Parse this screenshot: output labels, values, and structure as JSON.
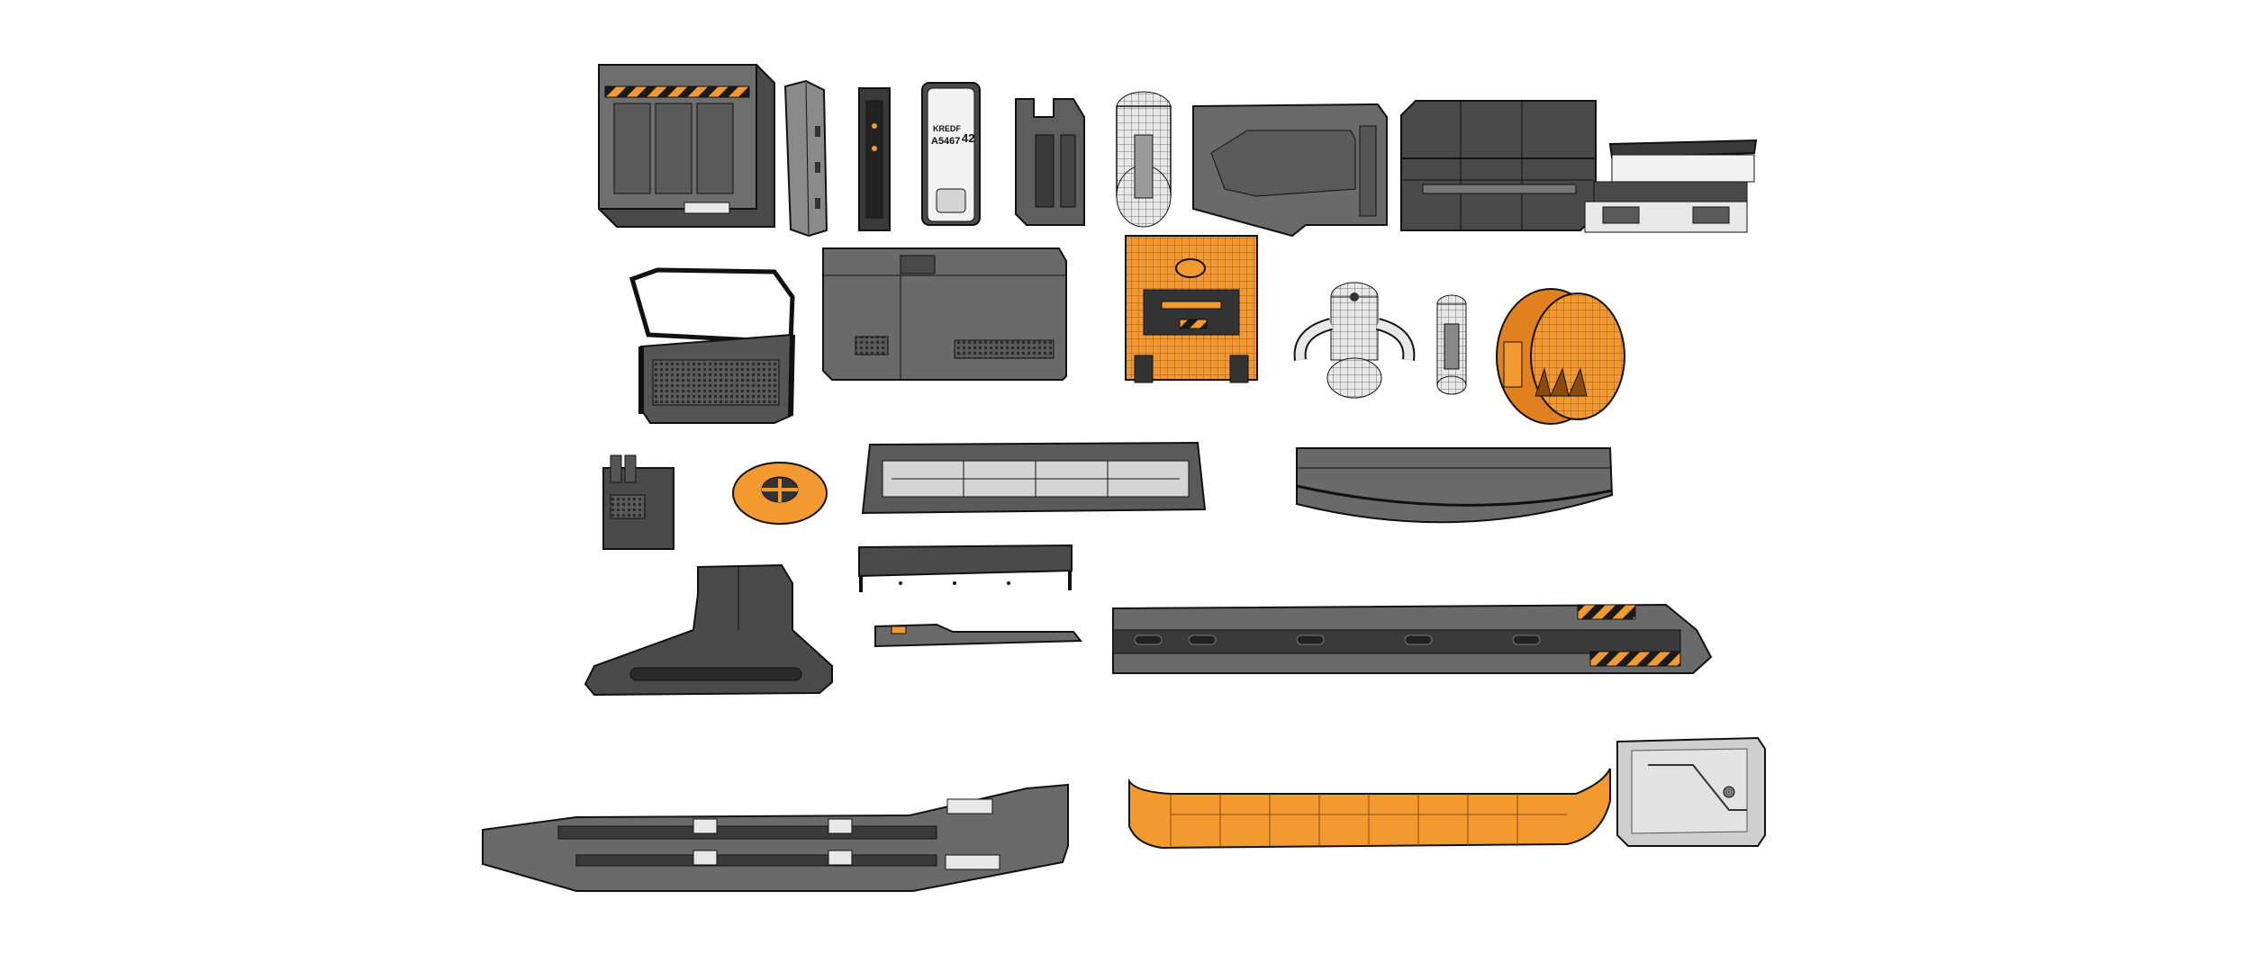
{
  "colors": {
    "background": "#ffffff",
    "dark_grey": "#4a4a4a",
    "mid_grey": "#6e6e6e",
    "light_grey": "#9a9a9a",
    "pale_grey": "#d4d4d4",
    "orange": "#f29a30",
    "outline": "#111111",
    "hazard_black": "#1a1a1a",
    "white_part": "#f2f2f2"
  },
  "panel_label": {
    "code": "A5467",
    "number": "42",
    "brand": "KREDF"
  }
}
